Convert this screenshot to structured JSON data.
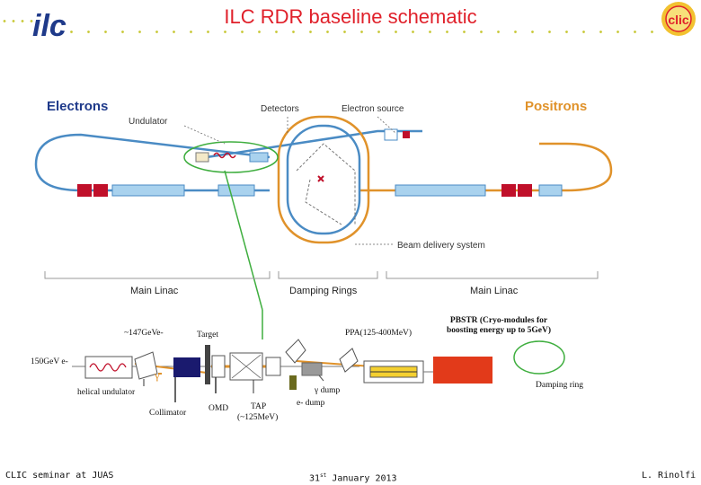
{
  "header": {
    "title": "ILC RDR baseline schematic",
    "left_logo_text": "ilc",
    "right_logo_text": "clic"
  },
  "schematic": {
    "electrons_label": "Electrons",
    "positrons_label": "Positrons",
    "undulator_label": "Undulator",
    "detectors_label": "Detectors",
    "electron_source_label": "Electron source",
    "beam_delivery_label": "Beam delivery system",
    "main_linac_left": "Main Linac",
    "damping_rings_label": "Damping Rings",
    "main_linac_right": "Main Linac",
    "colors": {
      "electron_line": "#4a8bc4",
      "positron_line": "#e0922a",
      "linac_box": "#a9d2ee",
      "magnet": "#c0102a",
      "highlight": "#3fae3f"
    }
  },
  "detail": {
    "label_147": "~147GeVe-",
    "label_target": "Target",
    "label_ppa": "PPA(125-400MeV)",
    "label_pbstr": "PBSTR (Cryo-modules for boosting energy up to 5GeV)",
    "label_150": "150GeV e-",
    "label_helical": "helical undulator",
    "label_collimator": "Collimator",
    "label_omd": "OMD",
    "label_tap": "TAP",
    "label_tap_energy": "(~125MeV)",
    "label_gamma_dump": "γ dump",
    "label_e_dump": "e- dump",
    "label_damping_ring": "Damping ring",
    "gamma_symbol": "γ"
  },
  "footer": {
    "seminar": "CLIC seminar at JUAS",
    "date_day": "31",
    "date_suffix": "st",
    "date_rest": "January 2013",
    "author": "L. Rinolfi"
  }
}
